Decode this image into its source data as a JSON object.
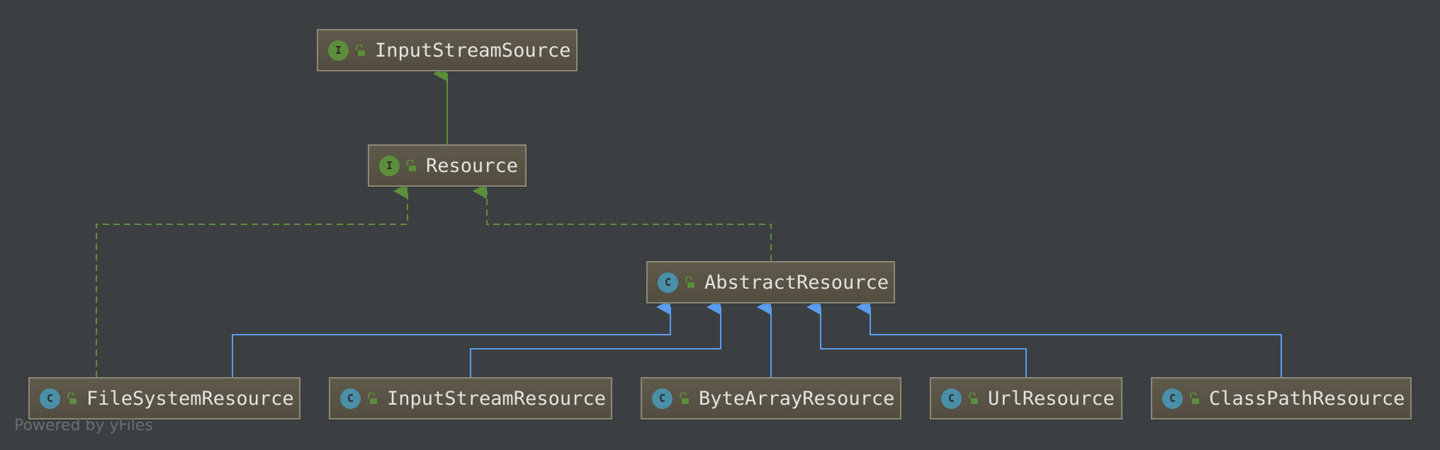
{
  "colors": {
    "background": "#3c3f41",
    "implements_edge": "#5d8e3c",
    "extends_edge": "#5a9ced",
    "node_fill": "#5a5547",
    "node_border": "#8a8878",
    "interface_badge": "#5d8e3c",
    "class_badge": "#4a8fa8"
  },
  "nodes": {
    "input_stream_source": {
      "label": "InputStreamSource",
      "kind": "I"
    },
    "resource": {
      "label": "Resource",
      "kind": "I"
    },
    "abstract_resource": {
      "label": "AbstractResource",
      "kind": "C"
    },
    "file_system_resource": {
      "label": "FileSystemResource",
      "kind": "C"
    },
    "input_stream_resource": {
      "label": "InputStreamResource",
      "kind": "C"
    },
    "byte_array_resource": {
      "label": "ByteArrayResource",
      "kind": "C"
    },
    "url_resource": {
      "label": "UrlResource",
      "kind": "C"
    },
    "class_path_resource": {
      "label": "ClassPathResource",
      "kind": "C"
    }
  },
  "footer": {
    "text": "Powered by yFiles"
  }
}
